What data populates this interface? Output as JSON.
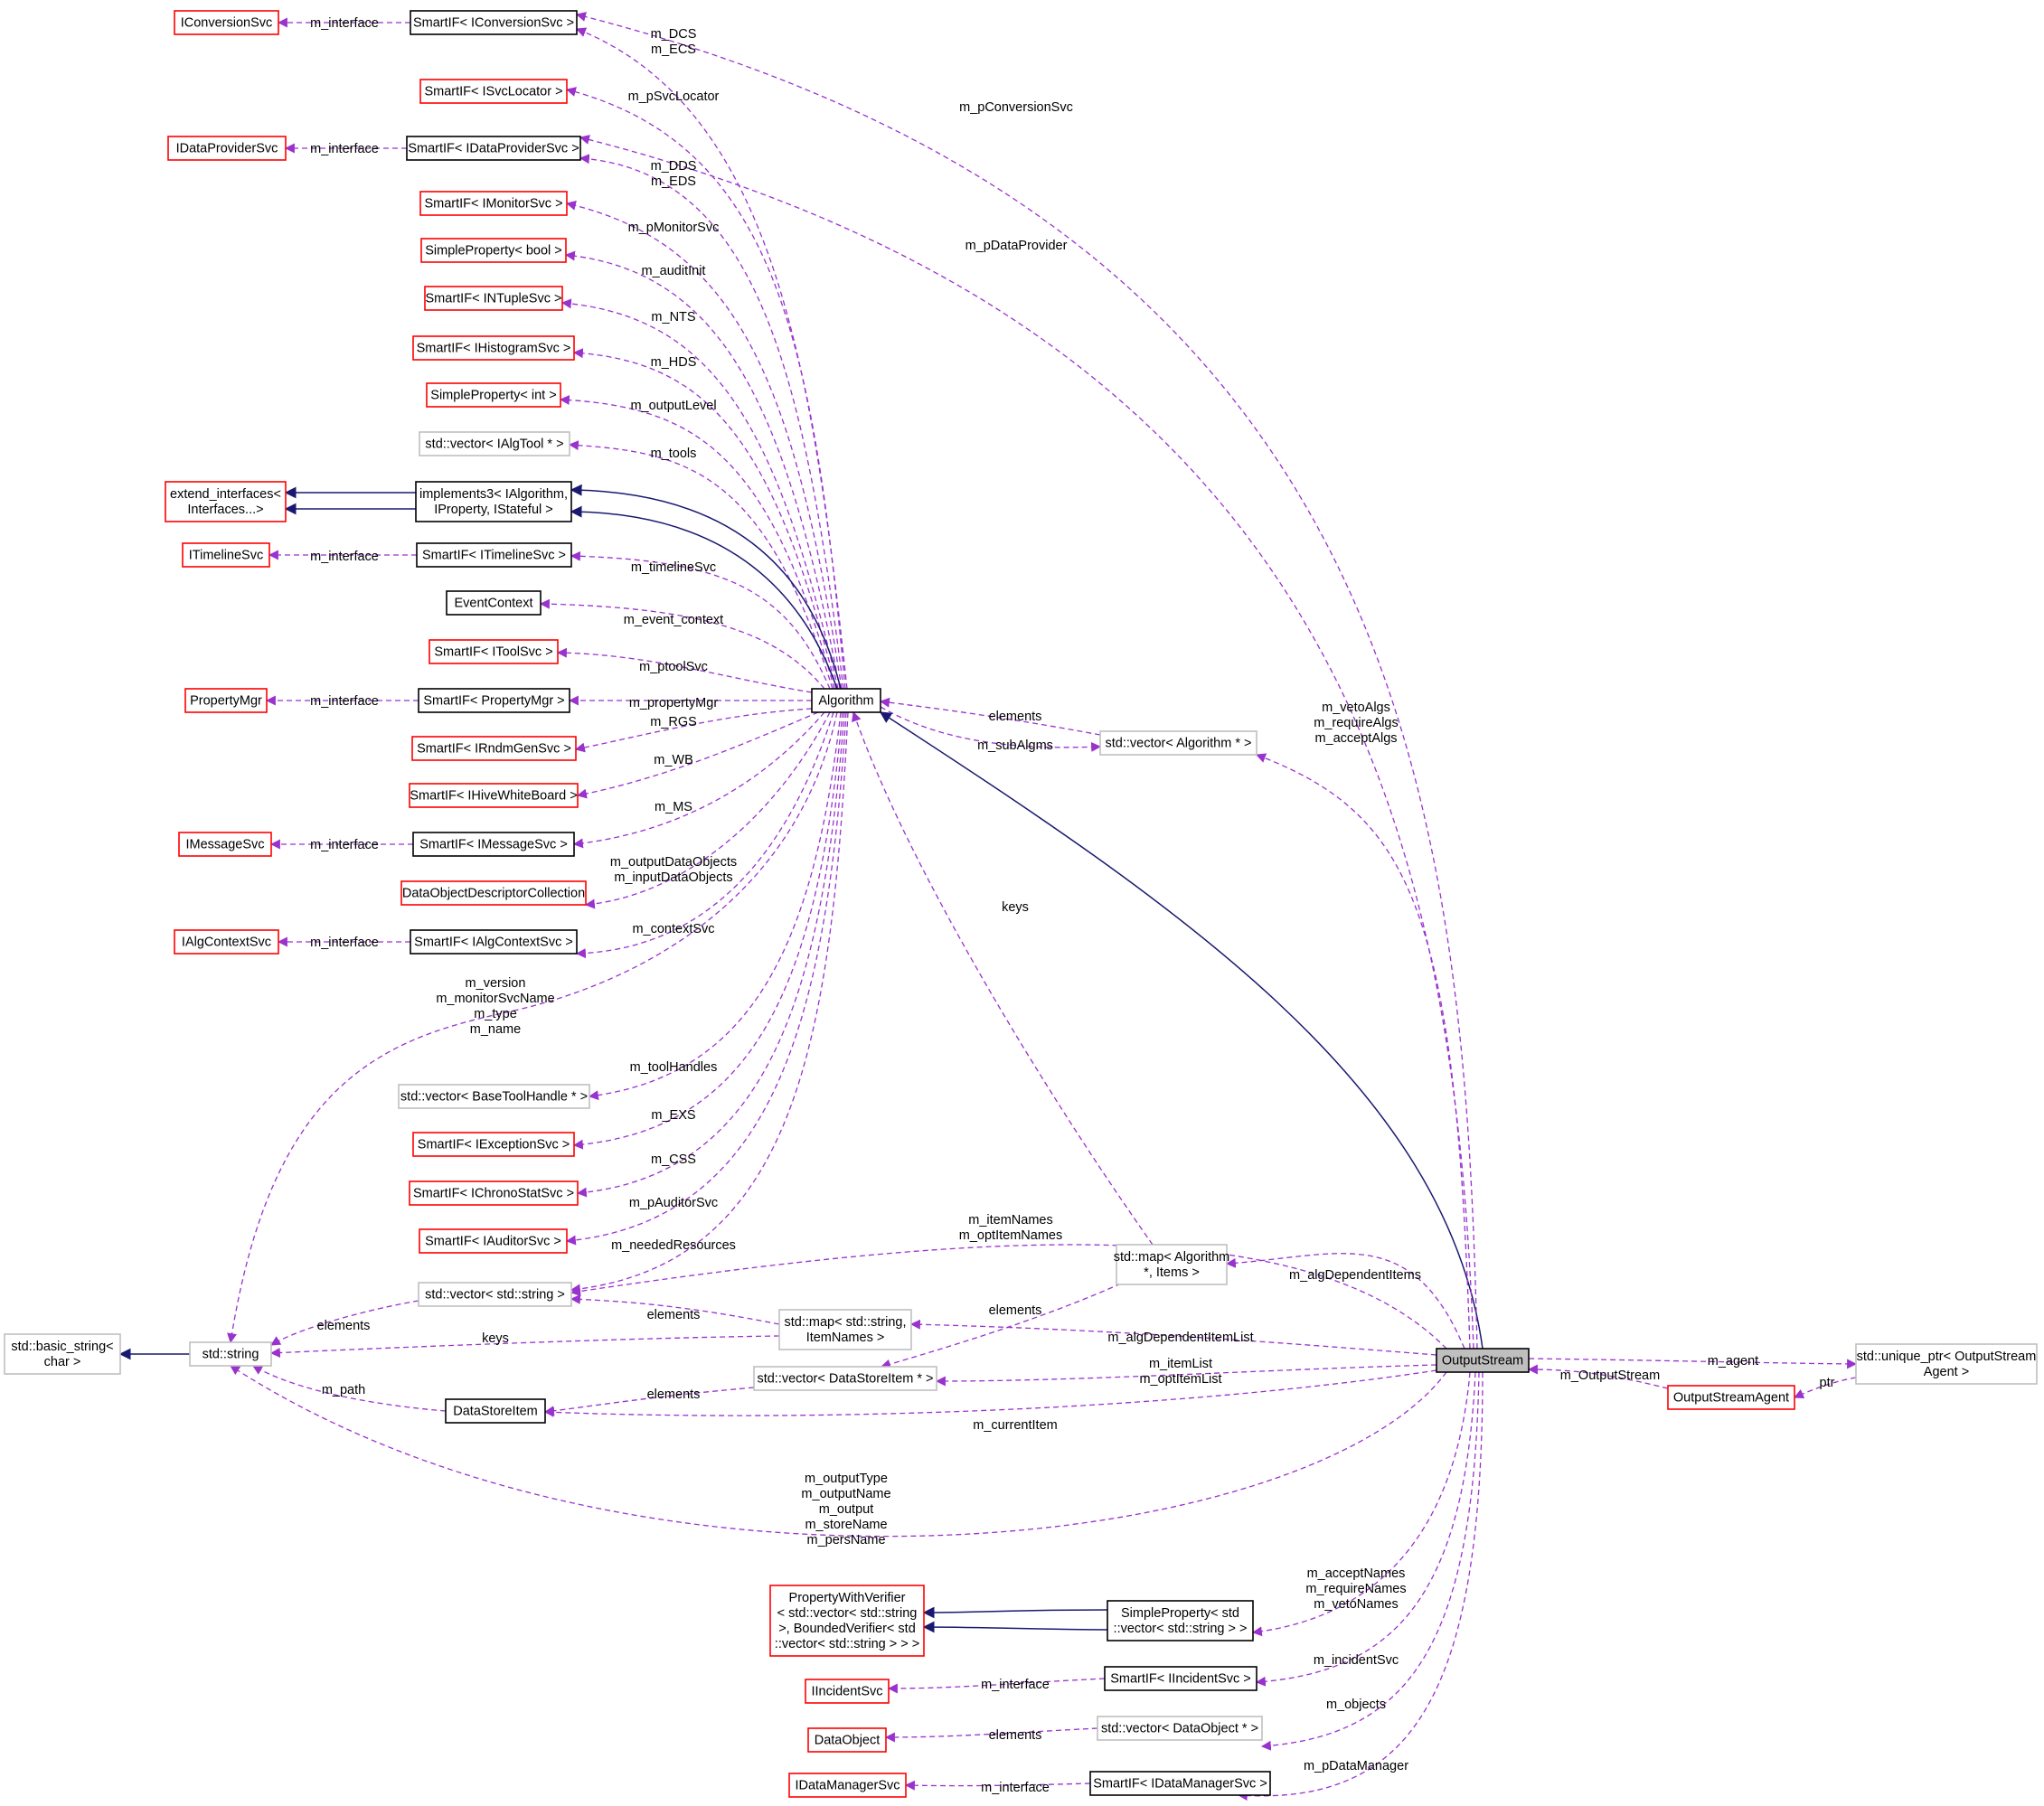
{
  "diagram": {
    "colors": {
      "black": "#000000",
      "red": "#ff0000",
      "grey": "#bfbfbf",
      "selected_fill": "#bfbfbf",
      "inheritance": "#191970",
      "usage": "#9a32cd"
    },
    "nodes": {
      "iconversionsvc": {
        "lines": [
          "IConversionSvc"
        ],
        "border": "red"
      },
      "smartif_iconversionsvc": {
        "lines": [
          "SmartIF< IConversionSvc >"
        ],
        "border": "black"
      },
      "smartif_isvclocator": {
        "lines": [
          "SmartIF< ISvcLocator >"
        ],
        "border": "red"
      },
      "idataprovidersvc": {
        "lines": [
          "IDataProviderSvc"
        ],
        "border": "red"
      },
      "smartif_idataprovidersvc": {
        "lines": [
          "SmartIF< IDataProviderSvc >"
        ],
        "border": "black"
      },
      "smartif_imonitorsvc": {
        "lines": [
          "SmartIF< IMonitorSvc >"
        ],
        "border": "red"
      },
      "simpleproperty_bool": {
        "lines": [
          "SimpleProperty< bool >"
        ],
        "border": "red"
      },
      "smartif_intuplesvc": {
        "lines": [
          "SmartIF< INTupleSvc >"
        ],
        "border": "red"
      },
      "smartif_ihistogramsvc": {
        "lines": [
          "SmartIF< IHistogramSvc >"
        ],
        "border": "red"
      },
      "simpleproperty_int": {
        "lines": [
          "SimpleProperty< int >"
        ],
        "border": "red"
      },
      "vector_ialgtool": {
        "lines": [
          "std::vector< IAlgTool * >"
        ],
        "border": "grey"
      },
      "extend_interfaces": {
        "lines": [
          "extend_interfaces<",
          "Interfaces...>"
        ],
        "border": "red"
      },
      "implements3": {
        "lines": [
          "implements3< IAlgorithm,",
          "IProperty, IStateful >"
        ],
        "border": "black"
      },
      "itimelinesvc": {
        "lines": [
          "ITimelineSvc"
        ],
        "border": "red"
      },
      "smartif_itimelinesvc": {
        "lines": [
          "SmartIF< ITimelineSvc >"
        ],
        "border": "black"
      },
      "eventcontext": {
        "lines": [
          "EventContext"
        ],
        "border": "black"
      },
      "smartif_itoolsvc": {
        "lines": [
          "SmartIF< IToolSvc >"
        ],
        "border": "red"
      },
      "propertymgr": {
        "lines": [
          "PropertyMgr"
        ],
        "border": "red"
      },
      "smartif_propertymgr": {
        "lines": [
          "SmartIF< PropertyMgr >"
        ],
        "border": "black"
      },
      "smartif_irndmgensvc": {
        "lines": [
          "SmartIF< IRndmGenSvc >"
        ],
        "border": "red"
      },
      "smartif_ihivewhiteboard": {
        "lines": [
          "SmartIF< IHiveWhiteBoard >"
        ],
        "border": "red"
      },
      "imessagesvc": {
        "lines": [
          "IMessageSvc"
        ],
        "border": "red"
      },
      "smartif_imessagesvc": {
        "lines": [
          "SmartIF< IMessageSvc >"
        ],
        "border": "black"
      },
      "dataobjectdescriptorcollection": {
        "lines": [
          "DataObjectDescriptorCollection"
        ],
        "border": "red"
      },
      "ialgcontextsvc": {
        "lines": [
          "IAlgContextSvc"
        ],
        "border": "red"
      },
      "smartif_ialgcontextsvc": {
        "lines": [
          "SmartIF< IAlgContextSvc >"
        ],
        "border": "black"
      },
      "vector_basetoolhandle": {
        "lines": [
          "std::vector< BaseToolHandle * >"
        ],
        "border": "grey"
      },
      "smartif_iexceptionsvc": {
        "lines": [
          "SmartIF< IExceptionSvc >"
        ],
        "border": "red"
      },
      "smartif_ichronostatsvc": {
        "lines": [
          "SmartIF< IChronoStatSvc >"
        ],
        "border": "red"
      },
      "smartif_iauditorsvc": {
        "lines": [
          "SmartIF< IAuditorSvc >"
        ],
        "border": "red"
      },
      "vector_string": {
        "lines": [
          "std::vector< std::string >"
        ],
        "border": "grey"
      },
      "basic_string": {
        "lines": [
          "std::basic_string<",
          "char >"
        ],
        "border": "grey"
      },
      "std_string": {
        "lines": [
          "std::string"
        ],
        "border": "grey"
      },
      "map_string_itemnames": {
        "lines": [
          "std::map< std::string,",
          "ItemNames >"
        ],
        "border": "grey"
      },
      "vector_datastoreitem": {
        "lines": [
          "std::vector< DataStoreItem * >"
        ],
        "border": "grey"
      },
      "datastoreitem": {
        "lines": [
          "DataStoreItem"
        ],
        "border": "black"
      },
      "algorithm": {
        "lines": [
          "Algorithm"
        ],
        "border": "black"
      },
      "vector_algorithm": {
        "lines": [
          "std::vector< Algorithm * >"
        ],
        "border": "grey"
      },
      "map_algorithm_items": {
        "lines": [
          "std::map< Algorithm",
          "*, Items >"
        ],
        "border": "grey"
      },
      "outputstream": {
        "lines": [
          "OutputStream"
        ],
        "border": "black",
        "selected": true
      },
      "unique_ptr_agent": {
        "lines": [
          "std::unique_ptr< OutputStream",
          "Agent >"
        ],
        "border": "grey"
      },
      "outputstreamagent": {
        "lines": [
          "OutputStreamAgent"
        ],
        "border": "red"
      },
      "propertywithverifier": {
        "lines": [
          "PropertyWithVerifier",
          "< std::vector< std::string",
          ">, BoundedVerifier< std",
          "::vector< std::string > > >"
        ],
        "border": "red"
      },
      "simpleproperty_vector_string": {
        "lines": [
          "SimpleProperty< std",
          "::vector< std::string > >"
        ],
        "border": "black"
      },
      "iincidentsvc": {
        "lines": [
          "IIncidentSvc"
        ],
        "border": "red"
      },
      "smartif_iincidentsvc": {
        "lines": [
          "SmartIF< IIncidentSvc >"
        ],
        "border": "black"
      },
      "dataobject": {
        "lines": [
          "DataObject"
        ],
        "border": "red"
      },
      "vector_dataobject": {
        "lines": [
          "std::vector< DataObject * >"
        ],
        "border": "grey"
      },
      "idatamanagersvc": {
        "lines": [
          "IDataManagerSvc"
        ],
        "border": "red"
      },
      "smartif_idatamanagersvc": {
        "lines": [
          "SmartIF< IDataManagerSvc >"
        ],
        "border": "black"
      }
    },
    "edge_labels": {
      "m_interface": [
        "m_interface"
      ],
      "m_dcs_ecs": [
        "m_DCS",
        "m_ECS"
      ],
      "m_pconversionsvc": [
        "m_pConversionSvc"
      ],
      "m_psvclocator": [
        "m_pSvcLocator"
      ],
      "m_dds_eds": [
        "m_DDS",
        "m_EDS"
      ],
      "m_pdataprovider": [
        "m_pDataProvider"
      ],
      "m_pmonitorsvc": [
        "m_pMonitorSvc"
      ],
      "m_auditinit": [
        "m_auditInit"
      ],
      "m_nts": [
        "m_NTS"
      ],
      "m_hds": [
        "m_HDS"
      ],
      "m_outputlevel": [
        "m_outputLevel"
      ],
      "m_tools": [
        "m_tools"
      ],
      "m_timelinesvc": [
        "m_timelineSvc"
      ],
      "m_event_context": [
        "m_event_context"
      ],
      "m_ptoolsvc": [
        "m_ptoolSvc"
      ],
      "m_propertymgr": [
        "m_propertyMgr"
      ],
      "m_rgs": [
        "m_RGS"
      ],
      "m_wb": [
        "m_WB"
      ],
      "m_ms": [
        "m_MS"
      ],
      "m_dataobjects": [
        "m_outputDataObjects",
        "m_inputDataObjects"
      ],
      "m_contextsvc": [
        "m_contextSvc"
      ],
      "m_version_group": [
        "m_version",
        "m_monitorSvcName",
        "m_type",
        "m_name"
      ],
      "m_toolhandles": [
        "m_toolHandles"
      ],
      "m_exs": [
        "m_EXS"
      ],
      "m_css": [
        "m_CSS"
      ],
      "m_pauditorsvc": [
        "m_pAuditorSvc"
      ],
      "m_neededresources": [
        "m_neededResources"
      ],
      "elements": [
        "elements"
      ],
      "keys": [
        "keys"
      ],
      "m_subalgms": [
        "m_subAlgms"
      ],
      "m_algs": [
        "m_vetoAlgs",
        "m_requireAlgs",
        "m_acceptAlgs"
      ],
      "m_itemnames": [
        "m_itemNames",
        "m_optItemNames"
      ],
      "m_algdependentitems": [
        "m_algDependentItems"
      ],
      "m_algdependentitemlist": [
        "m_algDependentItemList"
      ],
      "m_itemlist": [
        "m_itemList",
        "m_optItemList"
      ],
      "m_path": [
        "m_path"
      ],
      "m_currentitem": [
        "m_currentItem"
      ],
      "m_output_group": [
        "m_outputType",
        "m_outputName",
        "m_output",
        "m_storeName",
        "m_persName"
      ],
      "m_agent": [
        "m_agent"
      ],
      "m_outputstream": [
        "m_OutputStream"
      ],
      "ptr": [
        "ptr"
      ],
      "m_names": [
        "m_acceptNames",
        "m_requireNames",
        "m_vetoNames"
      ],
      "m_incidentsvc": [
        "m_incidentSvc"
      ],
      "m_objects": [
        "m_objects"
      ],
      "m_pdatamanager": [
        "m_pDataManager"
      ]
    }
  }
}
